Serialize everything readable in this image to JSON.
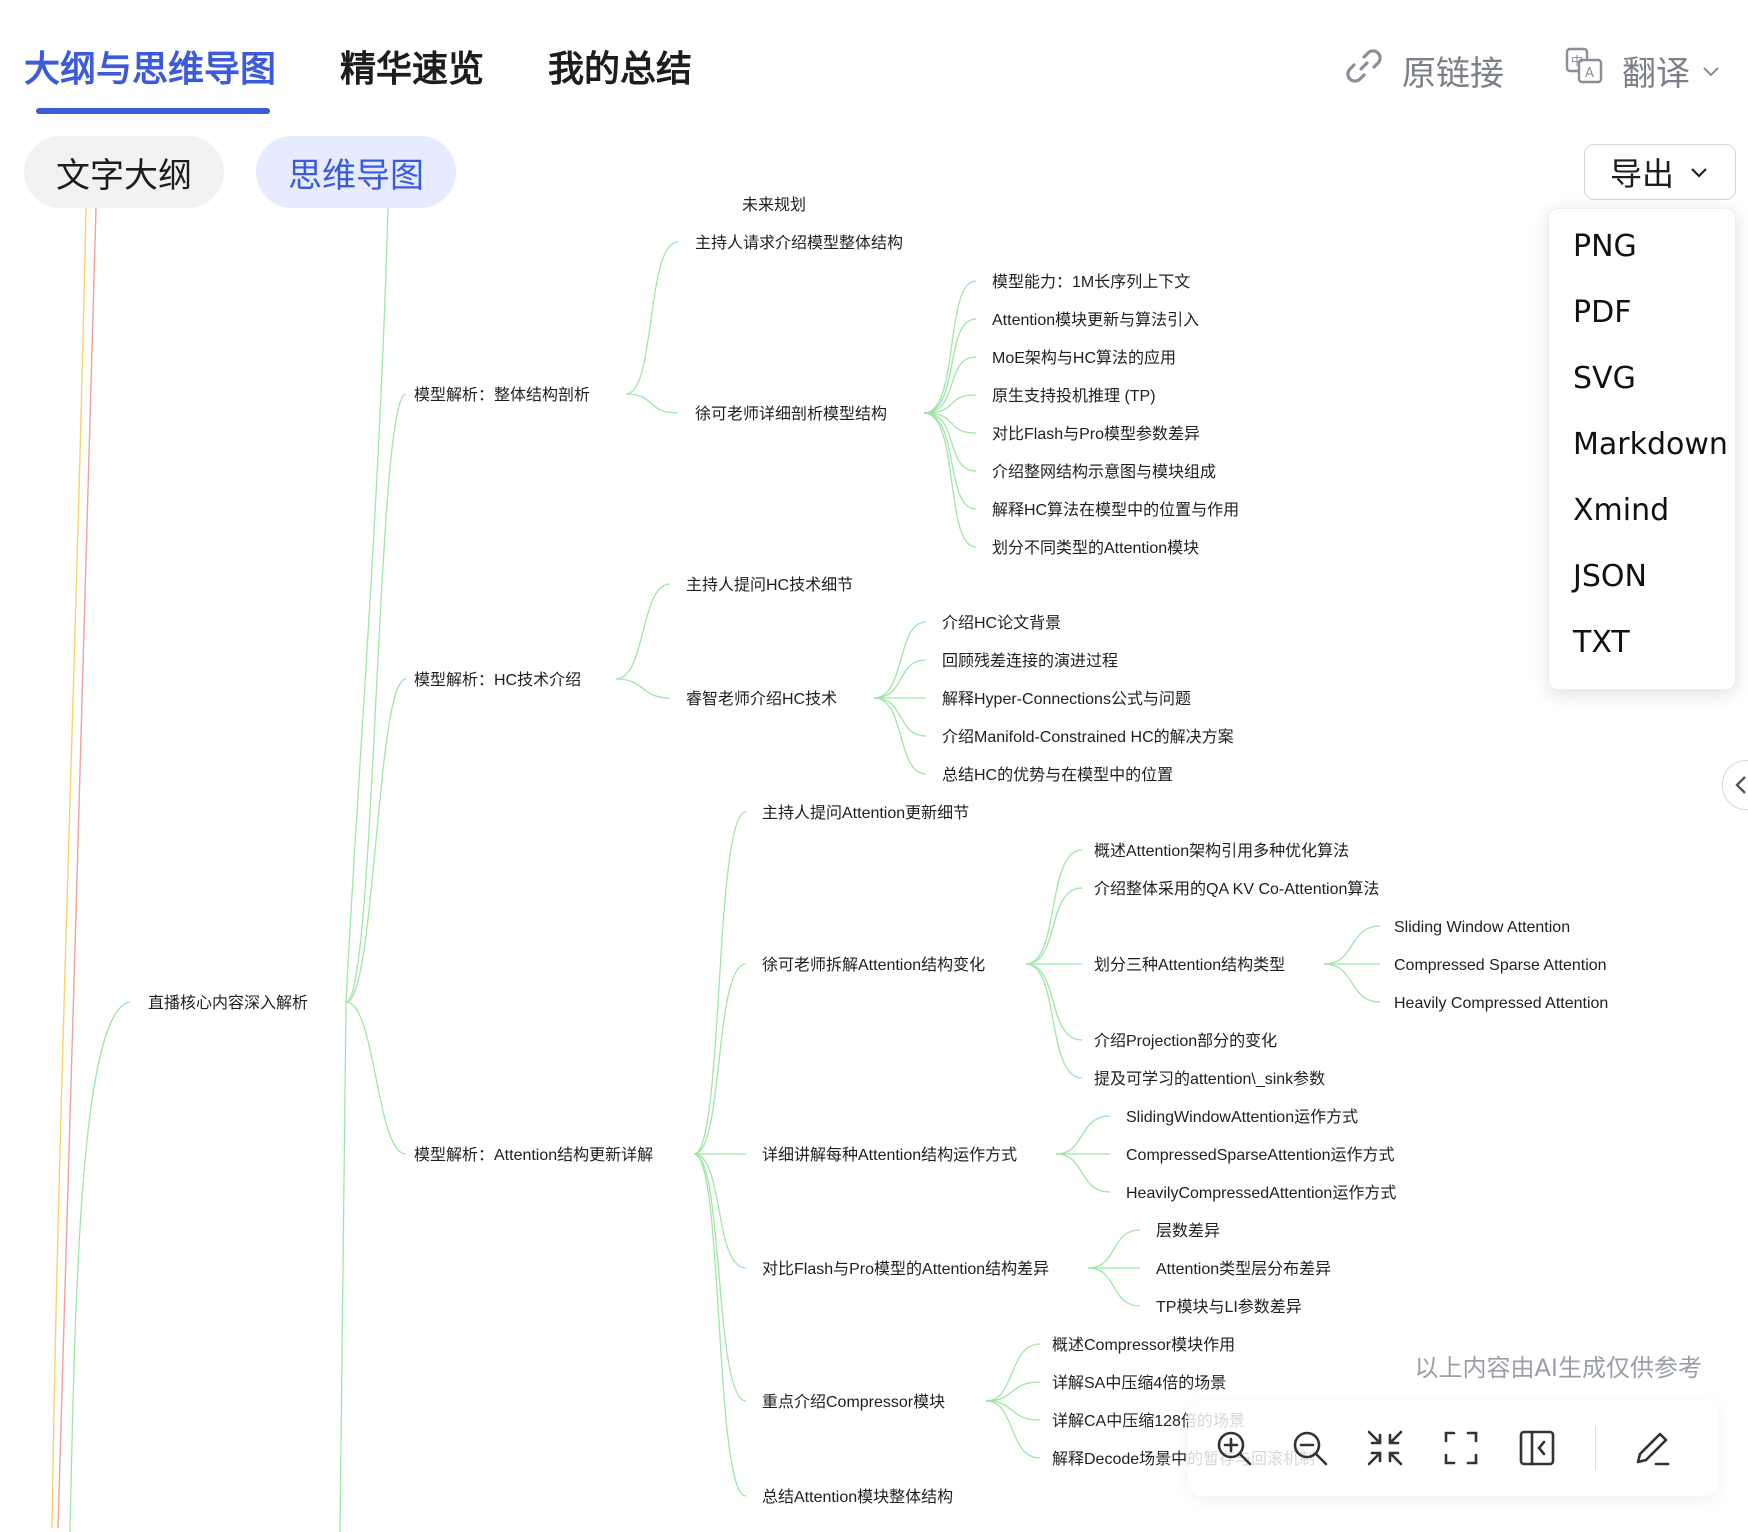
{
  "tabs": [
    "大纲与思维导图",
    "精华速览",
    "我的总结"
  ],
  "top_actions": {
    "link_label": "原链接",
    "translate_label": "翻译"
  },
  "view_pills": [
    "文字大纲",
    "思维导图"
  ],
  "export": {
    "label": "导出",
    "options": [
      "PNG",
      "PDF",
      "SVG",
      "Markdown",
      "Xmind",
      "JSON",
      "TXT"
    ]
  },
  "mindmap": {
    "partial_top": "未来规划",
    "root": "直播核心内容深入解析",
    "sections": [
      {
        "label": "模型解析：整体结构剖析",
        "children": [
          {
            "label": "主持人请求介绍模型整体结构",
            "children": []
          },
          {
            "label": "徐可老师详细剖析模型结构",
            "children": [
              "模型能力：1M长序列上下文",
              "Attention模块更新与算法引入",
              "MoE架构与HC算法的应用",
              "原生支持投机推理 (TP)",
              "对比Flash与Pro模型参数差异",
              "介绍整网结构示意图与模块组成",
              "解释HC算法在模型中的位置与作用",
              "划分不同类型的Attention模块"
            ]
          }
        ]
      },
      {
        "label": "模型解析：HC技术介绍",
        "children": [
          {
            "label": "主持人提问HC技术细节",
            "children": []
          },
          {
            "label": "睿智老师介绍HC技术",
            "children": [
              "介绍HC论文背景",
              "回顾残差连接的演进过程",
              "解释Hyper-Connections公式与问题",
              "介绍Manifold-Constrained HC的解决方案",
              "总结HC的优势与在模型中的位置"
            ]
          }
        ]
      },
      {
        "label": "模型解析：Attention结构更新详解",
        "children": [
          {
            "label": "主持人提问Attention更新细节",
            "children": []
          },
          {
            "label": "徐可老师拆解Attention结构变化",
            "children": [
              "概述Attention架构引用多种优化算法",
              "介绍整体采用的QA KV Co-Attention算法",
              "划分三种Attention结构类型",
              "介绍Projection部分的变化",
              "提及可学习的attention\\_sink参数"
            ],
            "subchildren": [
              "Sliding Window Attention",
              "Compressed Sparse Attention",
              "Heavily Compressed Attention"
            ]
          },
          {
            "label": "详细讲解每种Attention结构运作方式",
            "children": [
              "SlidingWindowAttention运作方式",
              "CompressedSparseAttention运作方式",
              "HeavilyCompressedAttention运作方式"
            ]
          },
          {
            "label": "对比Flash与Pro模型的Attention结构差异",
            "children": [
              "层数差异",
              "Attention类型层分布差异",
              "TP模块与LI参数差异"
            ]
          },
          {
            "label": "重点介绍Compressor模块",
            "children": [
              "概述Compressor模块作用",
              "详解SA中压缩4倍的场景",
              "详解CA中压缩128倍的场景",
              "解释Decode场景中的暂存与回滚机制"
            ]
          },
          {
            "label": "总结Attention模块整体结构",
            "children": []
          }
        ]
      }
    ]
  },
  "ai_note": "以上内容由AI生成仅供参考",
  "colors": {
    "accent": "#3b5bdb",
    "edge": "#9ee6a6"
  }
}
